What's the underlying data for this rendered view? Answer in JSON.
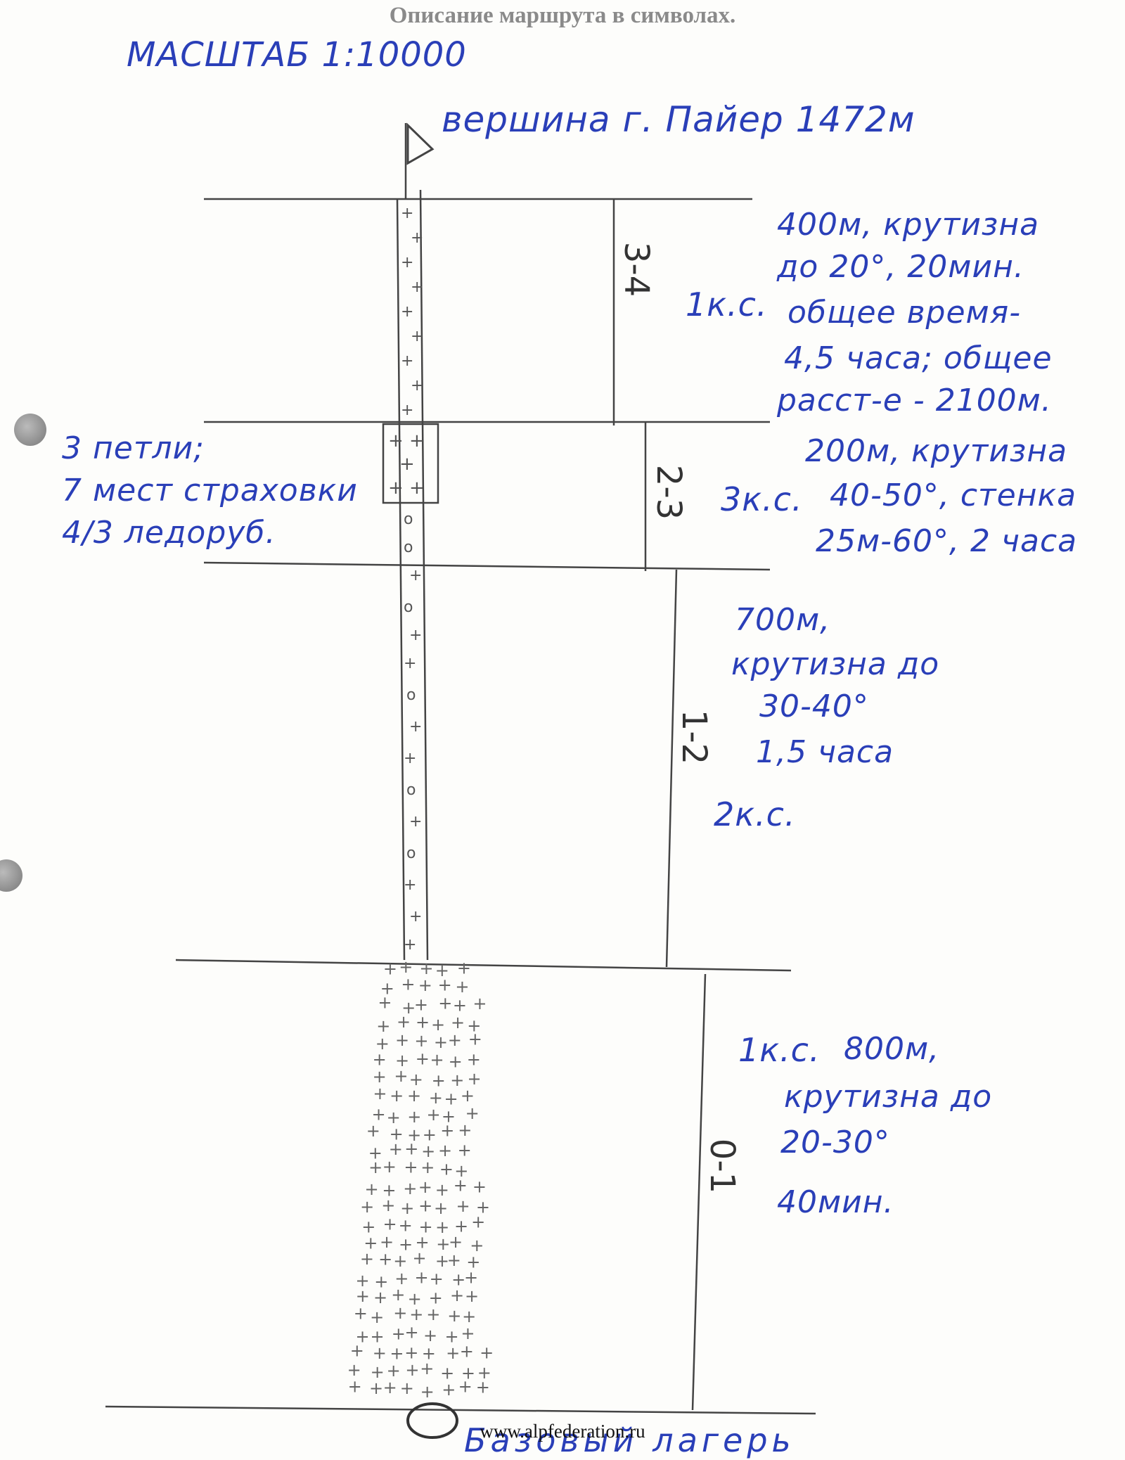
{
  "title": "Описание маршрута в символах.",
  "scale": "МАСШТАБ 1:10000",
  "summit": "вершина г. Пайер 1472м",
  "camp_label": "Базовый лагерь",
  "footer_url": "www.alpfederation.ru",
  "belay_note": [
    "3 петли;",
    "7 мест страховки",
    "4/3 ледоруб."
  ],
  "segments": [
    {
      "id": "3-4",
      "grade": "1к.с.",
      "desc": [
        "400м, крутизна",
        "до 20°, 20мин.",
        "общее время-",
        "4,5 часа; общее",
        "расст-е - 2100м."
      ]
    },
    {
      "id": "2-3",
      "grade": "3к.с.",
      "desc": [
        "200м, крутизна",
        "40-50°, стенка",
        "25м-60°, 2 часа"
      ]
    },
    {
      "id": "1-2",
      "grade": "2к.с.",
      "desc": [
        "700м,",
        "крутизна до",
        "30-40°",
        "1,5 часа"
      ]
    },
    {
      "id": "0-1",
      "grade": "1к.с.",
      "desc": [
        "800м,",
        "крутизна до",
        "20-30°",
        "40мин."
      ]
    }
  ],
  "colors": {
    "ink": "#2a3fb8",
    "pencil": "#444444",
    "title": "#8a8a8a"
  },
  "icons": [
    "summit-flag-icon",
    "base-camp-circle-icon",
    "scree-cross-symbol",
    "rock-o-symbol"
  ]
}
